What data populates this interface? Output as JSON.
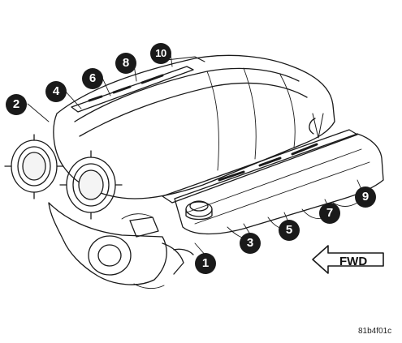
{
  "callouts": {
    "c1": "1",
    "c2": "2",
    "c3": "3",
    "c4": "4",
    "c5": "5",
    "c6": "6",
    "c7": "7",
    "c8": "8",
    "c9": "9",
    "c10": "10"
  },
  "direction_label": "FWD",
  "figure_id": "81b4f01c",
  "colors": {
    "line": "#1a1a1a",
    "callout_fill": "#1a1a1a",
    "callout_text": "#ffffff",
    "background": "#ffffff"
  }
}
